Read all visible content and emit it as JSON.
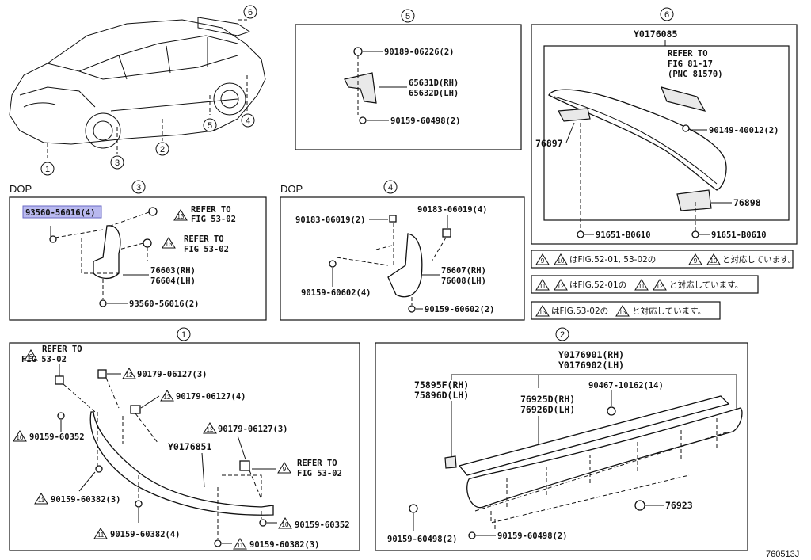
{
  "sections": {
    "s1": {
      "num": "1"
    },
    "s2": {
      "num": "2"
    },
    "s3": {
      "num": "3",
      "tag": "DOP"
    },
    "s4": {
      "num": "4",
      "tag": "DOP"
    },
    "s5": {
      "num": "5"
    },
    "s6": {
      "num": "6"
    }
  },
  "car_callouts": [
    "1",
    "2",
    "3",
    "4",
    "5",
    "6"
  ],
  "s3": {
    "highlight": "93560-56016(4)",
    "ref1": [
      "REFER TO",
      "FIG 53-02"
    ],
    "ref2": [
      "REFER TO",
      "FIG 53-02"
    ],
    "tri1": "13",
    "tri2": "13",
    "rh": "76603(RH)",
    "lh": "76604(LH)",
    "bottom": "93560-56016(2)"
  },
  "s4": {
    "left_top": "90183-06019(2)",
    "right_top": "90183-06019(4)",
    "rh": "76607(RH)",
    "lh": "76608(LH)",
    "left_bottom": "90159-60602(4)",
    "right_bottom": "90159-60602(2)"
  },
  "s5": {
    "top": "90189-06226(2)",
    "rh": "65631D(RH)",
    "lh": "65632D(LH)",
    "bottom": "90159-60498(2)"
  },
  "s6": {
    "assy": "Y0176085",
    "ref": [
      "REFER TO",
      "FIG 81-17",
      "(PNC 81570)"
    ],
    "part_a": "90149-40012(2)",
    "part_b": "76897",
    "part_c": "76898",
    "bolt_l": "91651-B0610",
    "bolt_r": "91651-B0610"
  },
  "notes": [
    {
      "tris": [
        "9",
        "10"
      ],
      "text_a": "はFIG.52-01, 53-02の",
      "text_b": "と対応しています。"
    },
    {
      "tris": [
        "11",
        "12"
      ],
      "text_a": "はFIG.52-01の",
      "text_b": "と対応しています。"
    },
    {
      "tris": [
        "13"
      ],
      "text_a": "はFIG.53-02の",
      "text_b": "と対応しています。"
    }
  ],
  "s1": {
    "ref_top": [
      "REFER TO",
      "FIG 53-02"
    ],
    "tri_ref_top": "9",
    "p1": "90179-06127(3)",
    "tri_p1": "12",
    "p2": "90179-06127(4)",
    "tri_p2": "12",
    "p3": "90159-60352",
    "tri_p3": "10",
    "p4": "90179-06127(3)",
    "tri_p4": "12",
    "assy": "Y0176851",
    "ref_right": [
      "REFER TO",
      "FIG 53-02"
    ],
    "tri_ref_right": "9",
    "p5": "90159-60382(3)",
    "tri_p5": "11",
    "p6": "90159-60382(4)",
    "tri_p6": "11",
    "p7": "90159-60352",
    "tri_p7": "10",
    "p8": "90159-60382(3)",
    "tri_p8": "11"
  },
  "s2": {
    "assy_rh": "Y0176901(RH)",
    "assy_lh": "Y0176902(LH)",
    "a_rh": "75895F(RH)",
    "a_lh": "75896D(LH)",
    "b_rh": "76925D(RH)",
    "b_lh": "76926D(LH)",
    "clip": "90467-10162(14)",
    "grommet": "76923",
    "screw_l": "90159-60498(2)",
    "screw_r": "90159-60498(2)"
  },
  "figure_code": "760513J"
}
